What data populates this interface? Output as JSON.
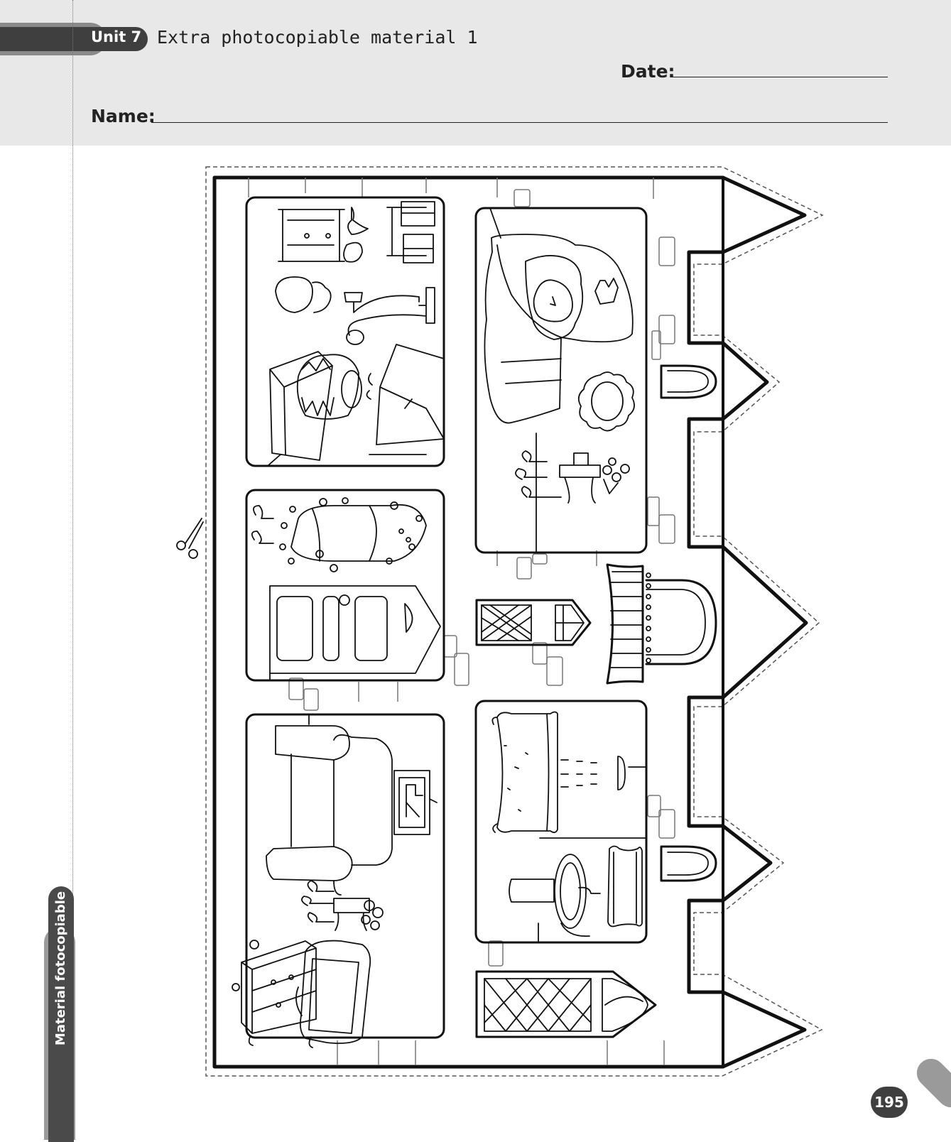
{
  "header": {
    "unit_label": "Unit 7",
    "title": "Extra photocopiable material 1",
    "date_label": "Date:",
    "name_label": "Name:"
  },
  "side_tab": {
    "label": "Material fotocopiable"
  },
  "footer": {
    "page_number": "195"
  },
  "illustration": {
    "rooms": [
      "kitchen",
      "bedroom",
      "dining-room",
      "living-room",
      "bathroom"
    ],
    "icons": [
      "scissors-icon",
      "castle-cutout"
    ]
  }
}
